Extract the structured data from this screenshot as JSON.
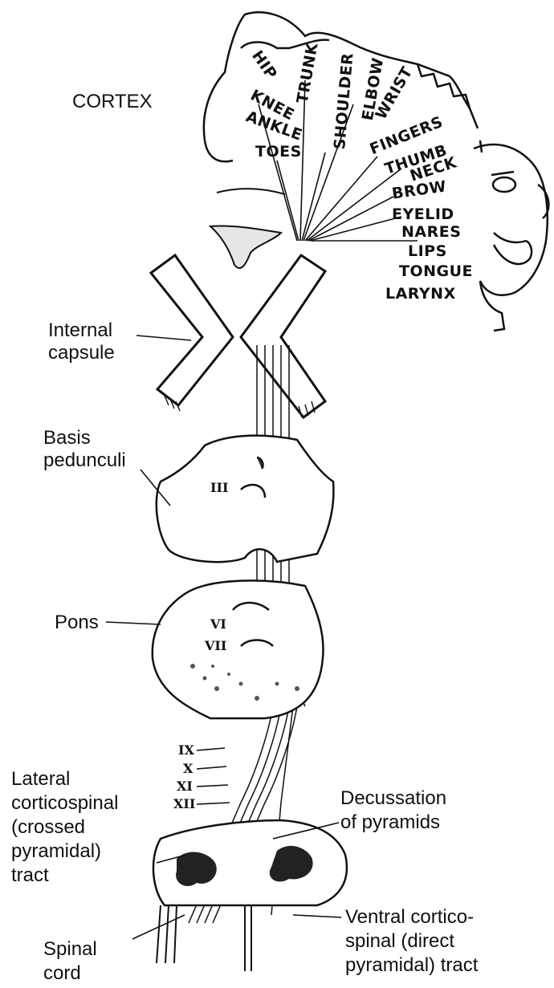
{
  "labels": {
    "cortex": "CORTEX",
    "internal_capsule": [
      "Internal",
      "capsule"
    ],
    "basis_pedunculi": [
      "Basis",
      "pedunculi"
    ],
    "pons": "Pons",
    "lateral_tract": [
      "Lateral",
      "corticospinal",
      "(crossed",
      "pyramidal)",
      "tract"
    ],
    "decussation": [
      "Decussation",
      "of pyramids"
    ],
    "spinal_cord": [
      "Spinal",
      "cord"
    ],
    "ventral_tract": [
      "Ventral cortico-",
      "spinal (direct",
      "pyramidal) tract"
    ]
  },
  "homunculus": {
    "hip": "HIP",
    "trunk": "TRUNK",
    "shoulder": "SHOULDER",
    "elbow": "ELBOW",
    "wrist": "WRIST",
    "knee": "KNEE",
    "ankle": "ANKLE",
    "toes": "TOES",
    "fingers": "FINGERS",
    "thumb": "THUMB",
    "neck": "NECK",
    "brow": "BROW",
    "eyelid": "EYELID",
    "nares": "NARES",
    "lips": "LIPS",
    "tongue": "TONGUE",
    "larynx": "LARYNX"
  },
  "cranial_nerves": {
    "iii": "III",
    "vi": "VI",
    "vii": "VII",
    "ix": "IX",
    "x": "X",
    "xi": "XI",
    "xii": "XII"
  }
}
